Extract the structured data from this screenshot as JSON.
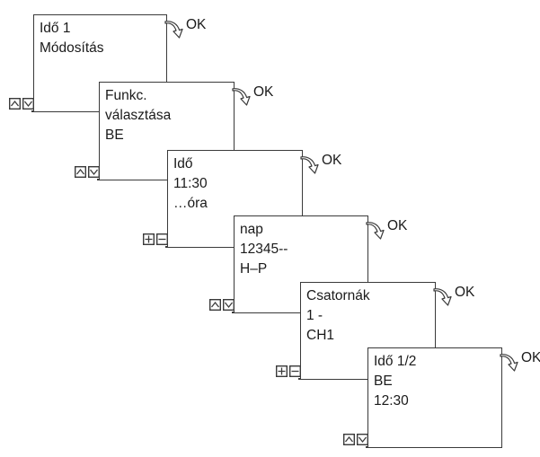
{
  "ok_label": "OK",
  "screens": [
    {
      "lines": [
        "Idő 1",
        "Módosítás"
      ],
      "buttons": [
        "up",
        "down"
      ]
    },
    {
      "lines": [
        "Funkc.",
        "választása",
        "BE"
      ],
      "buttons": [
        "up",
        "down"
      ]
    },
    {
      "lines": [
        "Idő",
        "11:30",
        "…óra"
      ],
      "buttons": [
        "plus",
        "minus"
      ]
    },
    {
      "lines": [
        "nap",
        "12345--",
        "H–P"
      ],
      "buttons": [
        "up",
        "down"
      ]
    },
    {
      "lines": [
        "Csatornák",
        "1 -",
        "CH1"
      ],
      "buttons": [
        "plus",
        "minus"
      ]
    },
    {
      "lines": [
        "Idő 1/2",
        "BE",
        "12:30"
      ],
      "buttons": [
        "up",
        "down"
      ]
    }
  ]
}
